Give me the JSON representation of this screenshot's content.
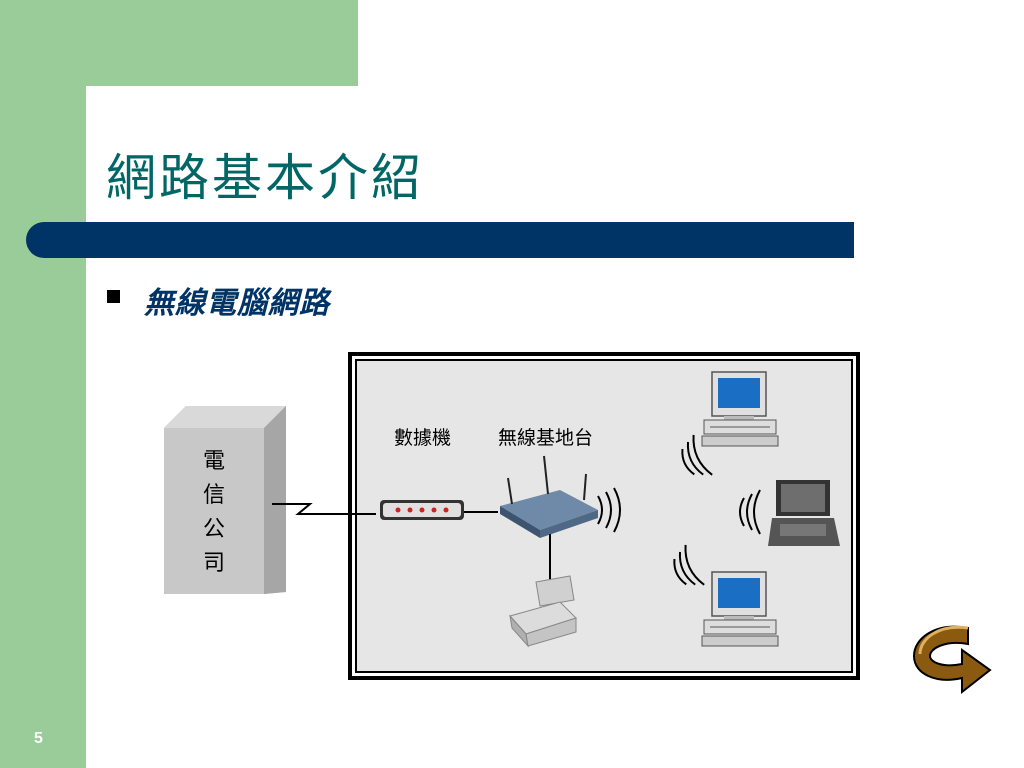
{
  "slide": {
    "title": "網路基本介紹",
    "bullet": "無線電腦網路",
    "page_number": "5"
  },
  "diagram": {
    "telecom_chars": [
      "電",
      "信",
      "公",
      "司"
    ],
    "modem_label": "數據機",
    "access_point_label": "無線基地台"
  },
  "icons": {
    "bullet": "square-bullet-icon",
    "telecom": "telecom-building-icon",
    "modem": "modem-icon",
    "access_point": "wireless-access-point-icon",
    "printer": "printer-icon",
    "desktop": "desktop-computer-icon",
    "laptop": "laptop-icon",
    "signal": "wireless-signal-icon",
    "back": "return-arrow-icon"
  },
  "colors": {
    "green": "#99cc99",
    "navy": "#003366",
    "teal": "#006666",
    "panel": "#e6e6e6",
    "screen": "#1a6fc4"
  }
}
